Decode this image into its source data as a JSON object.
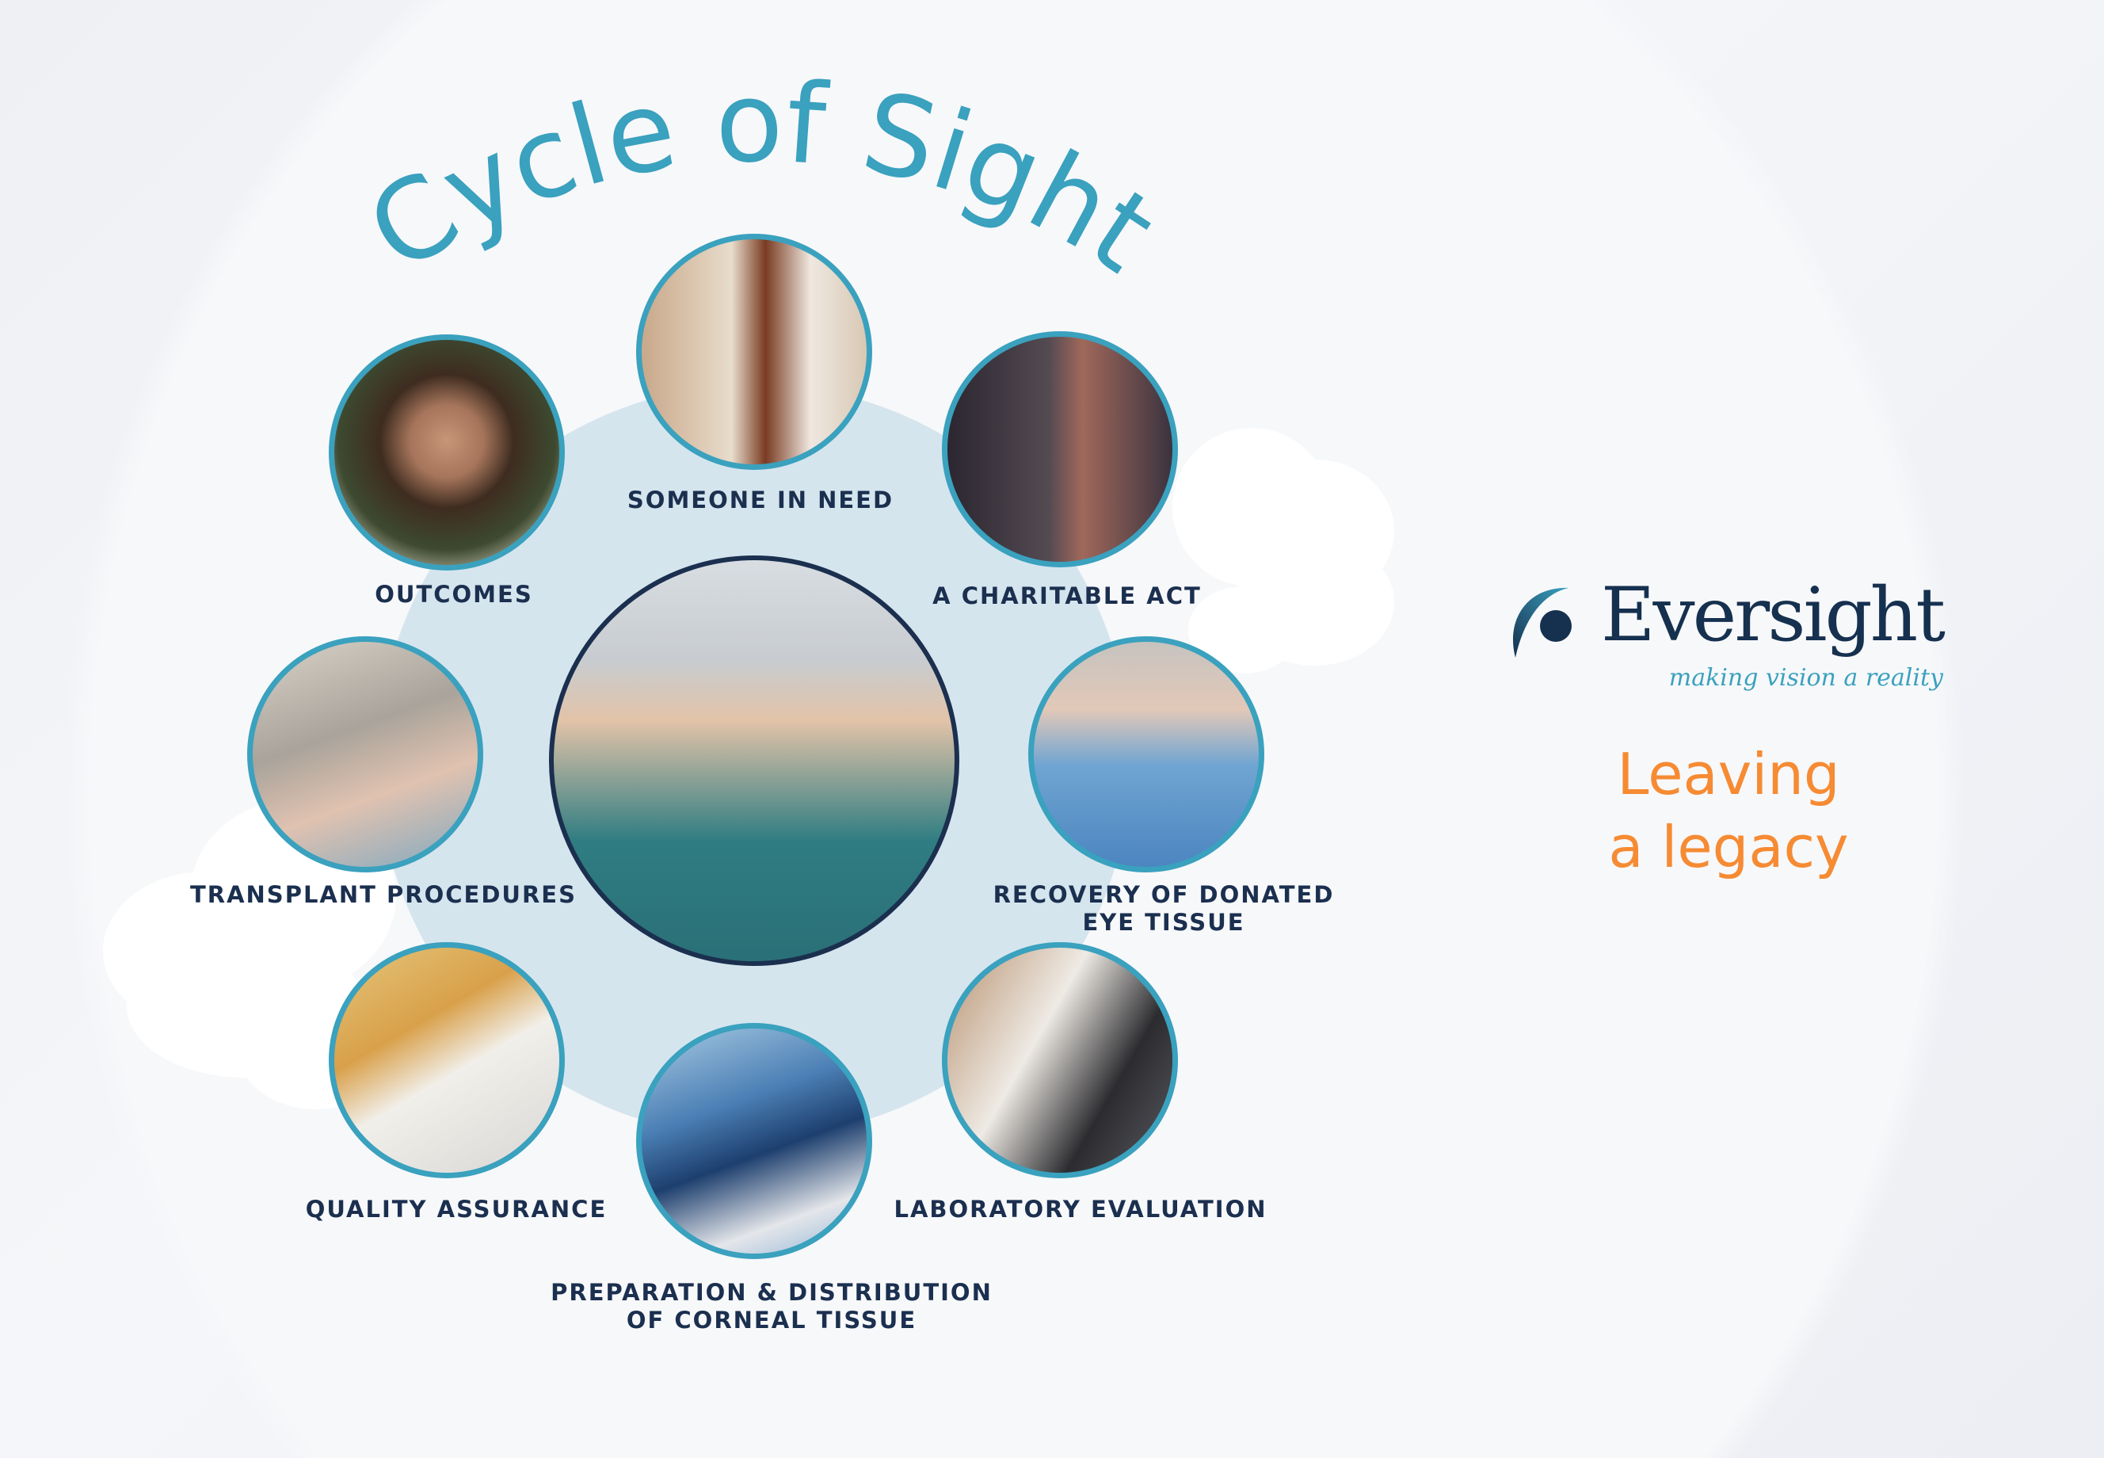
{
  "title": "Cycle of Sight",
  "steps": [
    {
      "label": "SOMEONE IN NEED"
    },
    {
      "label": "A CHARITABLE ACT"
    },
    {
      "label": "RECOVERY OF DONATED",
      "label2": "EYE TISSUE"
    },
    {
      "label": "LABORATORY EVALUATION"
    },
    {
      "label": "PREPARATION & DISTRIBUTION",
      "label2": "OF CORNEAL TISSUE"
    },
    {
      "label": "QUALITY ASSURANCE"
    },
    {
      "label": "TRANSPLANT PROCEDURES"
    },
    {
      "label": "OUTCOMES"
    }
  ],
  "brand": {
    "name": "Eversight",
    "tagline": "making vision a reality",
    "headline_line1": "Leaving",
    "headline_line2": "a legacy"
  },
  "colors": {
    "teal": "#3aa1be",
    "navy": "#1b2f4f",
    "orange": "#f68b33",
    "disc": "#d5e5ee"
  }
}
